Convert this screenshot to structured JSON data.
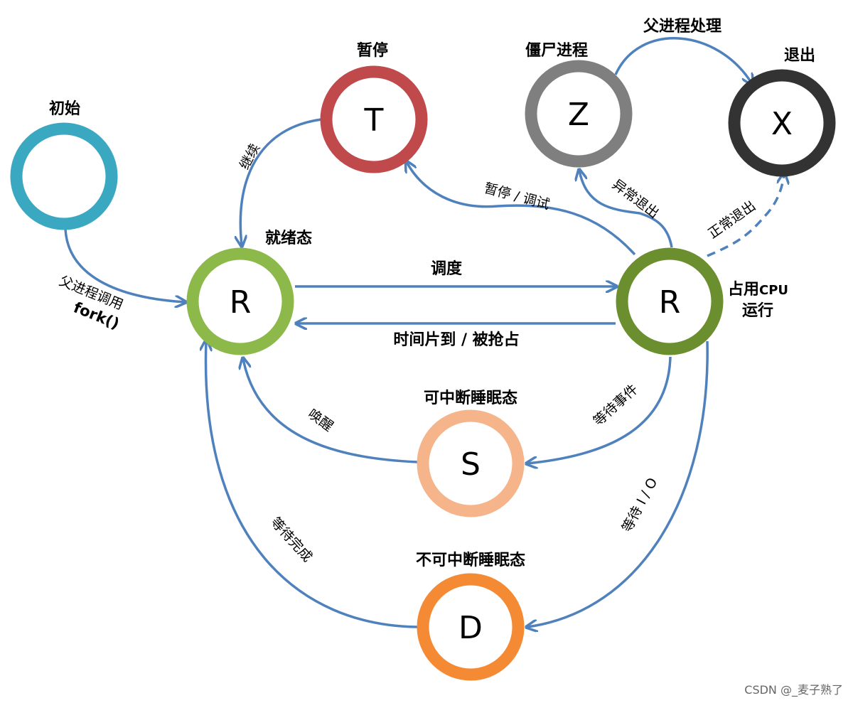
{
  "states": {
    "initial": {
      "title": "初始",
      "letter": "",
      "color": "#3aa8c1"
    },
    "ready": {
      "title": "就绪态",
      "letter": "R",
      "color": "#8cb94a"
    },
    "stopped": {
      "title": "暂停",
      "letter": "T",
      "color": "#c0494b"
    },
    "zombie": {
      "title": "僵尸进程",
      "letter": "Z",
      "color": "#7f7f7f"
    },
    "dead": {
      "title": "退出",
      "letter": "X",
      "color": "#333333"
    },
    "running": {
      "title_line1": "占用",
      "title_cpu": "CPU",
      "title_line2": "运行",
      "letter": "R",
      "color": "#6b8e2f"
    },
    "sleeping": {
      "title": "可中断睡眠态",
      "letter": "S",
      "color": "#f5b48a"
    },
    "disk_sleep": {
      "title": "不可中断睡眠态",
      "letter": "D",
      "color": "#f58a35"
    }
  },
  "transitions": {
    "fork_line1": "父进程调用",
    "fork_line2": "fork()",
    "continue": "继续",
    "stop_debug": "暂停 / 调试",
    "abnormal_exit": "异常退出",
    "normal_exit": "正常退出",
    "parent_handle": "父进程处理",
    "schedule": "调度",
    "preempt": "时间片到 / 被抢占",
    "wait_event": "等待事件",
    "wake_up": "唤醒",
    "wait_io": "等待 I / O",
    "wait_done": "等待完成"
  },
  "colors": {
    "edge": "#4f81bd"
  },
  "watermark": "CSDN @_麦子熟了"
}
